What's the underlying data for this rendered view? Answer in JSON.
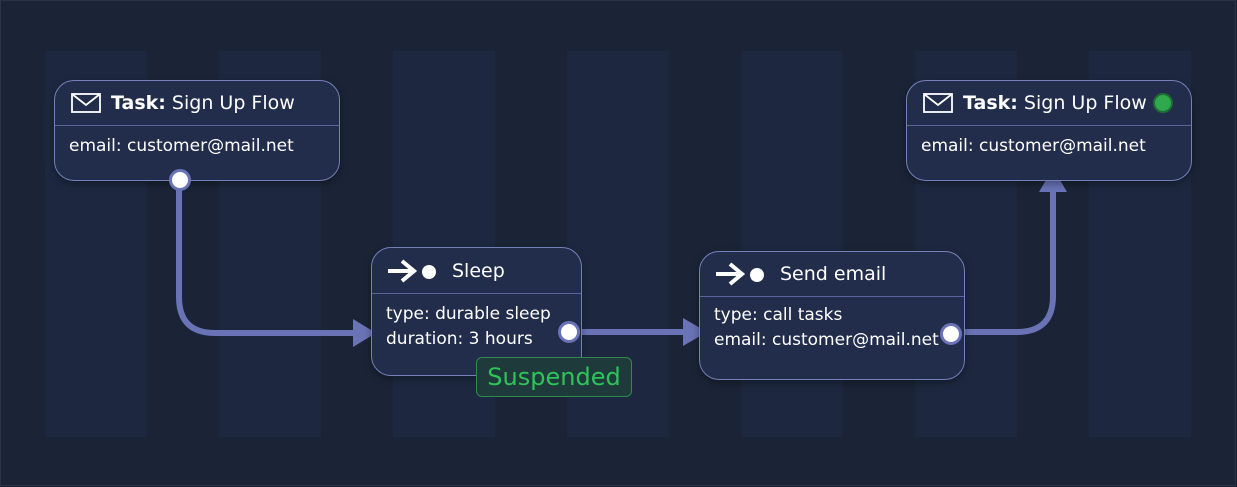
{
  "colors": {
    "background": "#1a2436",
    "node_fill": "#222d4c",
    "node_border": "#7580b8",
    "connector": "#6a73b6",
    "status_green": "#2fa84e",
    "badge_text": "#2ec45a"
  },
  "nodes": {
    "task_start": {
      "icon": "envelope-icon",
      "title_bold": "Task:",
      "title_rest": " Sign Up Flow",
      "fields": [
        "email: customer@mail.net"
      ]
    },
    "sleep": {
      "icon": "arrow-dot-icon",
      "title": "Sleep",
      "fields": [
        "type: durable sleep",
        "duration: 3 hours"
      ],
      "status_badge": "Suspended"
    },
    "send_email": {
      "icon": "arrow-dot-icon",
      "title": "Send email",
      "fields": [
        "type: call tasks",
        "email: customer@mail.net"
      ]
    },
    "task_end": {
      "icon": "envelope-icon",
      "title_bold": "Task:",
      "title_rest": " Sign Up Flow",
      "fields": [
        "email: customer@mail.net"
      ],
      "status": "complete-indicator"
    }
  },
  "edges": [
    {
      "from": "task_start",
      "to": "sleep"
    },
    {
      "from": "sleep",
      "to": "send_email"
    },
    {
      "from": "send_email",
      "to": "task_end"
    }
  ]
}
